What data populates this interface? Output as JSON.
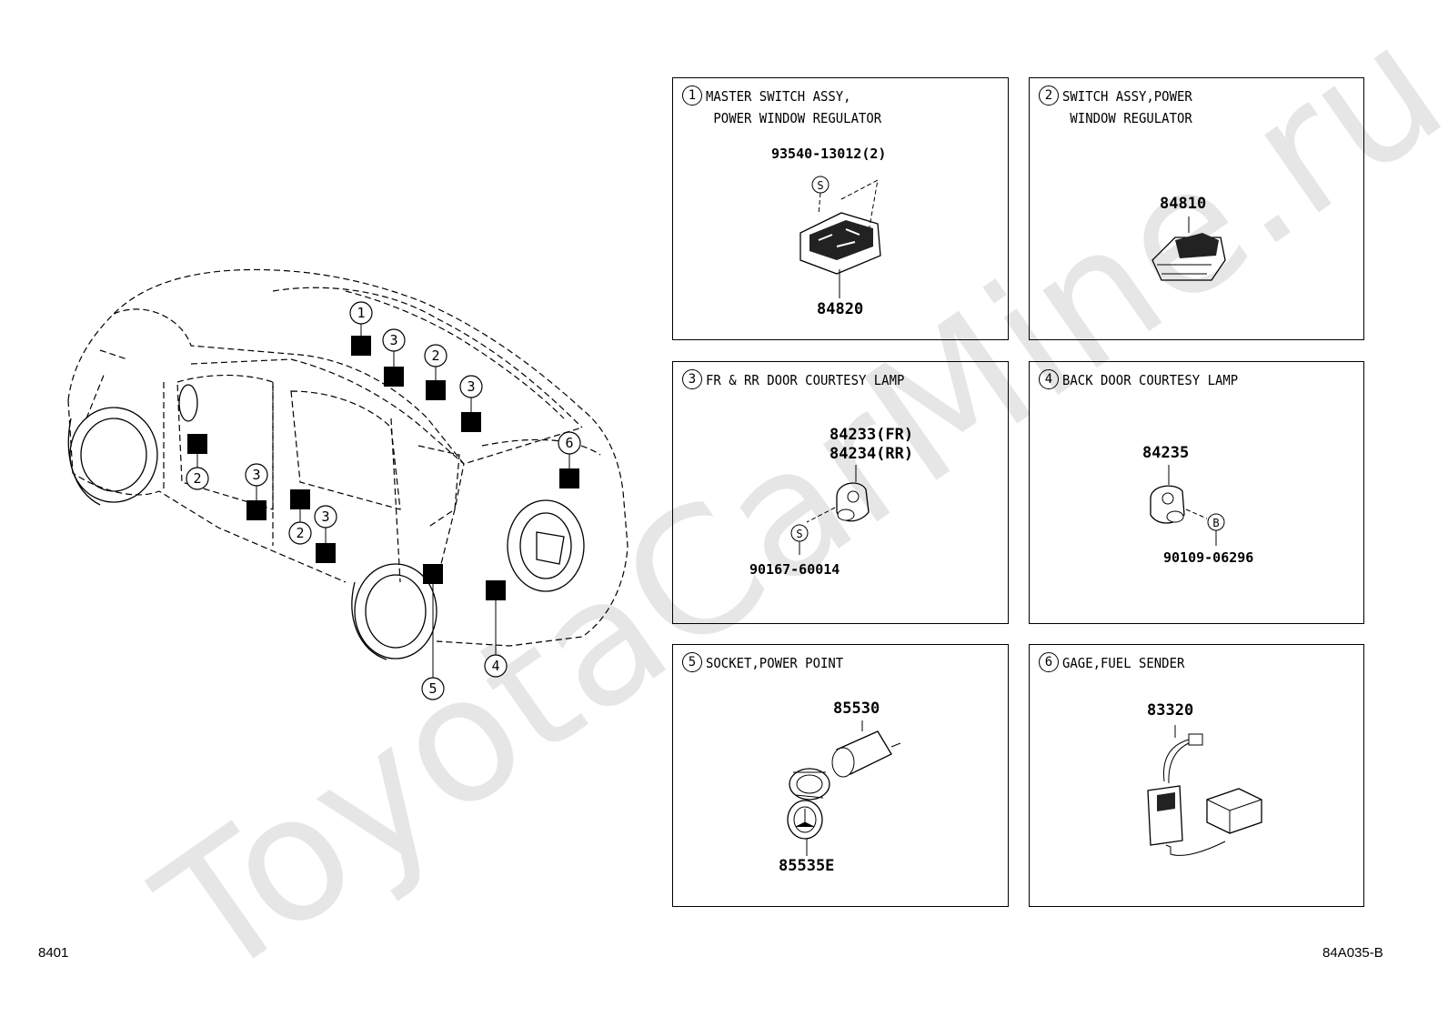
{
  "watermark": "ToyotaCarMine.ru",
  "footer": {
    "left": "8401",
    "right": "84A035-B"
  },
  "vehicle": {
    "callouts": [
      "1",
      "3",
      "2",
      "3",
      "6",
      "2",
      "3",
      "2",
      "3",
      "5",
      "4"
    ]
  },
  "panels": [
    {
      "num": "1",
      "title": "MASTER SWITCH ASSY,\n POWER WINDOW REGULATOR",
      "parts": [
        "93540-13012(2)",
        "84820"
      ]
    },
    {
      "num": "2",
      "title": "SWITCH ASSY,POWER\n WINDOW REGULATOR",
      "parts": [
        "84810"
      ]
    },
    {
      "num": "3",
      "title": "FR & RR DOOR COURTESY LAMP",
      "parts": [
        "84233(FR)",
        "84234(RR)",
        "90167-60014"
      ]
    },
    {
      "num": "4",
      "title": "BACK DOOR COURTESY LAMP",
      "parts": [
        "84235",
        "90109-06296"
      ]
    },
    {
      "num": "5",
      "title": "SOCKET,POWER POINT",
      "parts": [
        "85530",
        "85535E"
      ]
    },
    {
      "num": "6",
      "title": "GAGE,FUEL SENDER",
      "parts": [
        "83320"
      ]
    }
  ],
  "symbols": {
    "s": "S",
    "b": "B"
  }
}
